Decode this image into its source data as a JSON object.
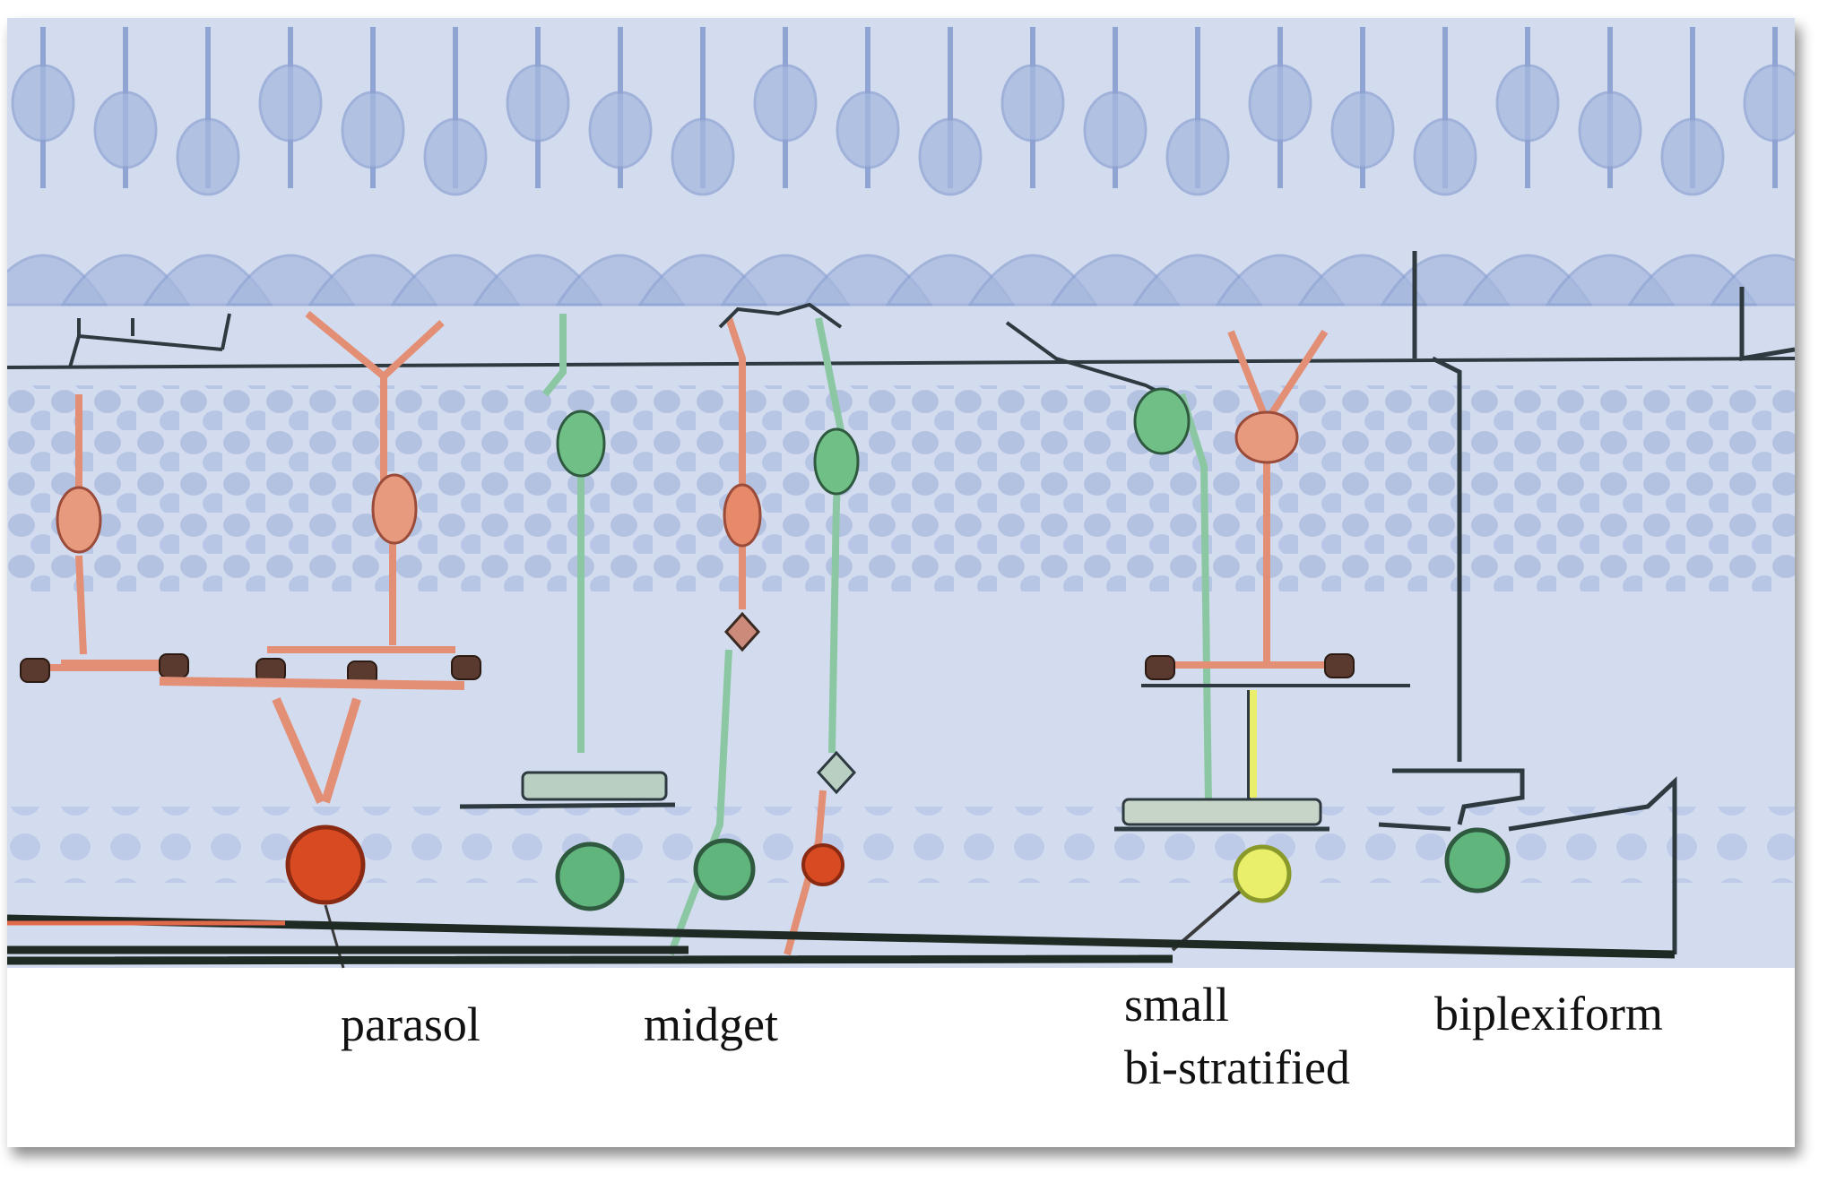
{
  "labels": {
    "parasol": "parasol",
    "midget": "midget",
    "small_bistratified_line1": "small",
    "small_bistratified_line2": "bi-stratified",
    "biplexiform": "biplexiform"
  },
  "colors": {
    "background": "#cfd9ee",
    "photoreceptor": "#9fb3dc",
    "red_cell": "#e6896a",
    "red_cell_dark": "#d84a22",
    "green_cell": "#6fbf86",
    "yellow_cell": "#e9ef6a",
    "axon_dark": "#2c3a34",
    "outline": "#3d4a3c"
  }
}
